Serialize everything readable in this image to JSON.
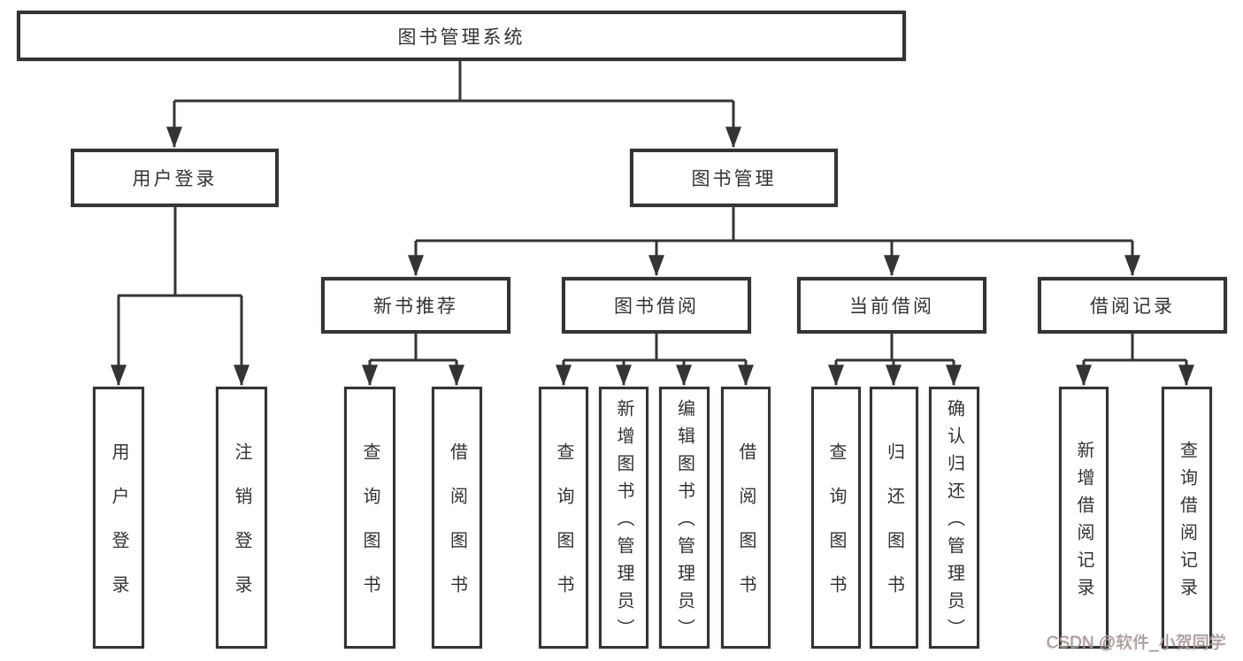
{
  "diagram_title": "图书管理系统",
  "nodes": {
    "root": {
      "label": "图书管理系统"
    },
    "user_login": {
      "label": "用户登录",
      "children": {
        "login": {
          "label": "用户登录"
        },
        "logout": {
          "label": "注销登录"
        }
      }
    },
    "book_mgmt": {
      "label": "图书管理",
      "children": {
        "new_book": {
          "label": "新书推荐",
          "children": {
            "query": {
              "label": "查询图书"
            },
            "borrow": {
              "label": "借阅图书"
            }
          }
        },
        "borrow": {
          "label": "图书借阅",
          "children": {
            "query": {
              "label": "查询图书"
            },
            "add": {
              "label": "新增图书（管理员）"
            },
            "edit": {
              "label": "编辑图书（管理员）"
            },
            "borrow": {
              "label": "借阅图书"
            }
          }
        },
        "current": {
          "label": "当前借阅",
          "children": {
            "query": {
              "label": "查询图书"
            },
            "return": {
              "label": "归还图书"
            },
            "confirm": {
              "label": "确认归还（管理员）"
            }
          }
        },
        "records": {
          "label": "借阅记录",
          "children": {
            "add": {
              "label": "新增借阅记录"
            },
            "query": {
              "label": "查询借阅记录"
            }
          }
        }
      }
    }
  },
  "watermark": {
    "text": "CSDN @软件_小贺同学"
  },
  "colors": {
    "line": "#343434",
    "text": "#333333",
    "background": "#ffffff",
    "watermark": "#9e9e9e",
    "watermark_shadow": "#d08a8a"
  }
}
